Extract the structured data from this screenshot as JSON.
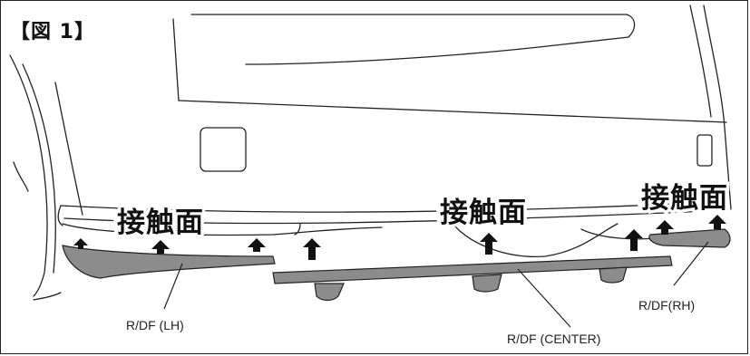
{
  "figure": {
    "title": "【図 1】",
    "contact_labels": [
      "接触面",
      "接触面",
      "接触面"
    ],
    "parts": {
      "lh": "R/DF (LH)",
      "center": "R/DF (CENTER)",
      "rh": "R/DF(RH)"
    }
  }
}
